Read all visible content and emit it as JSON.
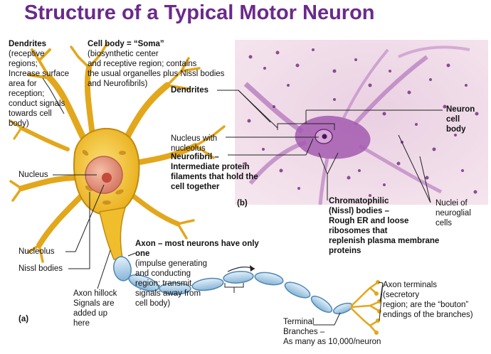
{
  "title": "Structure of a Typical Motor Neuron",
  "dendrites_left": {
    "heading": "Dendrites",
    "lines": [
      "(receptive",
      "regions;",
      "Increase surface",
      "area for",
      "reception;",
      "conduct signals",
      "towards cell",
      "body)"
    ]
  },
  "soma": {
    "heading": "Cell body = “Soma”",
    "lines": [
      "(biosynthetic center",
      "and receptive region; contains",
      "the usual organelles plus  Nissl bodies",
      "and Neurofibrils)"
    ]
  },
  "left_labels": {
    "nucleus": "Nucleus",
    "nucleolus": "Nucleolus",
    "nissl": "Nissl bodies",
    "part_a": "(a)"
  },
  "hillock": {
    "lines": [
      "Axon hillock",
      "Signals are",
      "added up",
      "here"
    ]
  },
  "axon": {
    "heading": "Axon – most neurons have only",
    "heading2": "one",
    "lines": [
      "(impulse generating",
      "and conducting",
      "region; transmit",
      "signals away from",
      "cell body)"
    ]
  },
  "micrograph": {
    "dendrites": "Dendrites",
    "nucleus_with": [
      "Nucleus with",
      "nucleolus"
    ],
    "neurofibril": [
      "Neurofibril –",
      "Intermediate protein",
      "filaments that hold the",
      "cell together"
    ],
    "part_b": "(b)",
    "neuron_cell_body": [
      "Neuron",
      "cell",
      "body"
    ],
    "chromatophilic": [
      "Chromatophilic",
      "(Nissl) bodies –",
      "Rough ER and loose",
      "ribosomes that",
      "replenish plasma membrane",
      "proteins"
    ],
    "nuclei_neuroglial": [
      "Nuclei of",
      "neuroglial",
      "cells"
    ]
  },
  "terminals": {
    "lines": [
      "Axon terminals",
      "(secretory",
      "region; are the “bouton”",
      "endings of the branches)"
    ]
  },
  "terminal_branches": {
    "lines": [
      "Terminal",
      "Branches –",
      "As many as 10,000/neuron"
    ]
  },
  "colors": {
    "title": "#6a2a8c",
    "neuron_fill": "#f2c230",
    "neuron_stroke": "#c08a10",
    "nucleus": "#e8907a",
    "myelin": "#a9cde6",
    "micrograph_bg": "#efd9e6",
    "stain": "#9a4aa8"
  }
}
